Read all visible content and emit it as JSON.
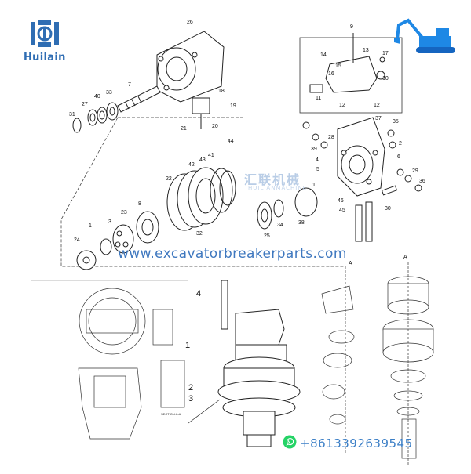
{
  "brand": {
    "name": "Huilain",
    "color": "#2f6db3"
  },
  "website": "www.excavatorbreakerparts.com",
  "contact": {
    "phone": "+8613392639545",
    "icon": "whatsapp-icon"
  },
  "watermark": {
    "text": "汇联机械",
    "sub": "HUILIANMACHINE"
  },
  "callouts_top": [
    "26",
    "7",
    "18",
    "19",
    "20",
    "21",
    "33",
    "40",
    "27",
    "31",
    "44",
    "41",
    "43",
    "42",
    "22",
    "32",
    "25",
    "34",
    "38",
    "8",
    "23",
    "3",
    "1",
    "24",
    "9",
    "13",
    "17",
    "14",
    "16",
    "15",
    "10",
    "11",
    "12",
    "12",
    "37",
    "35",
    "36",
    "39",
    "28",
    "2",
    "6",
    "5",
    "4",
    "29",
    "30",
    "45",
    "46",
    "1"
  ],
  "callouts_bottom": [
    "4",
    "1",
    "2",
    "3"
  ],
  "section_label": "SECTION A-A",
  "view_label": "A"
}
